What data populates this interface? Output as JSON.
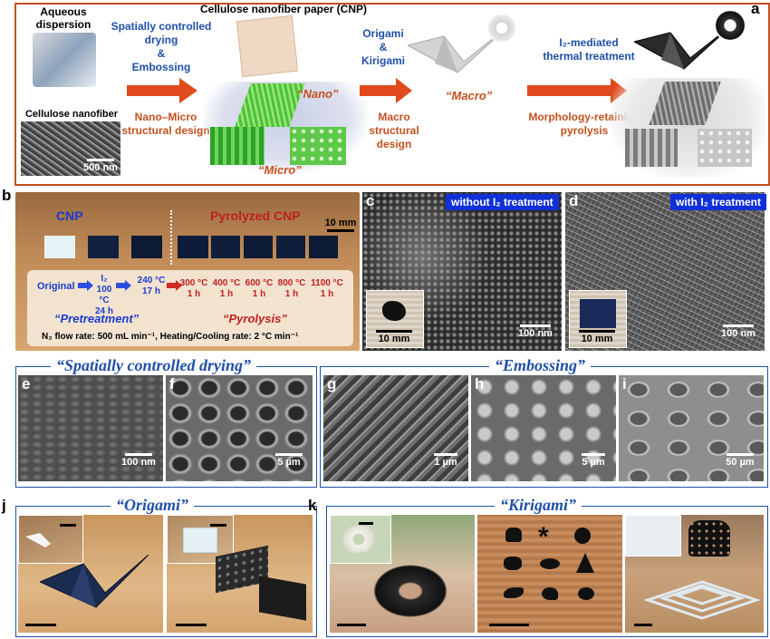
{
  "panel_a": {
    "label": "a",
    "aqueous": "Aqueous\ndispersion",
    "cellulose_nanofiber": "Cellulose nanofiber",
    "scale_500nm": "500 nm",
    "step1_title": "Spatially controlled\ndrying\n&\nEmbossing",
    "step1_sub": "Nano–Micro\nstructural design",
    "cnp_title": "Cellulose nanofiber paper (CNP)",
    "nano_label": "“Nano”",
    "micro_label": "“Micro”",
    "step2_title": "Origami\n&\nKirigami",
    "macro_label": "“Macro”",
    "step2_sub": "Macro\nstructural design",
    "step3_title": "I₂-mediated\nthermal treatment",
    "step3_sub": "Morphology-retaining\npyrolysis"
  },
  "panel_b": {
    "label": "b",
    "cnp": "CNP",
    "pyrolyzed": "Pyrolyzed CNP",
    "scale": "10 mm",
    "original": "Original",
    "i2_step": "I₂\n100 °C\n24 h",
    "t240": "240 °C\n17 h",
    "temps": [
      "300 °C\n1 h",
      "400 °C\n1 h",
      "600 °C\n1 h",
      "800 °C\n1 h",
      "1100 °C\n1 h"
    ],
    "pretreatment": "“Pretreatment”",
    "pyrolysis": "“Pyrolysis”",
    "conditions": "N₂ flow rate: 500 mL min⁻¹, Heating/Cooling rate: 2 °C min⁻¹"
  },
  "panel_c": {
    "label": "c",
    "tag": "without I₂ treatment",
    "scale_small": "10 mm",
    "scale_big": "100 nm"
  },
  "panel_d": {
    "label": "d",
    "tag": "with I₂ treatment",
    "scale_small": "10 mm",
    "scale_big": "100 nm"
  },
  "section_drying": "“Spatially controlled drying”",
  "section_embossing": "“Embossing”",
  "panel_e": {
    "label": "e",
    "scale": "100 nm"
  },
  "panel_f": {
    "label": "f",
    "scale": "5 µm"
  },
  "panel_g": {
    "label": "g",
    "scale": "1 µm"
  },
  "panel_h": {
    "label": "h",
    "scale": "5 µm"
  },
  "panel_i": {
    "label": "i",
    "scale": "50 µm"
  },
  "section_origami": "“Origami”",
  "section_kirigami": "“Kirigami”",
  "panel_j": {
    "label": "j"
  },
  "panel_k": {
    "label": "k"
  }
}
